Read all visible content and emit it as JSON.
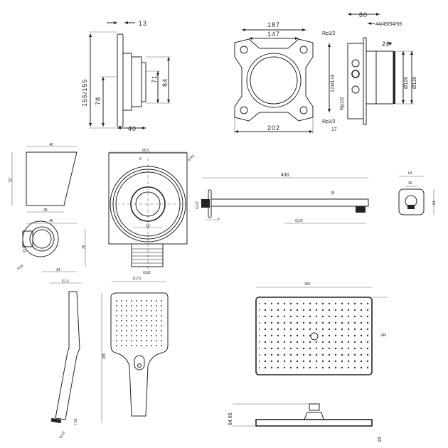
{
  "thermostat_body": {
    "depth": "13",
    "height": "155/155",
    "offset": "78",
    "h1": "71",
    "h2": "84",
    "width": "40"
  },
  "mounting_box_front": {
    "outer_top": "187",
    "inner_top": "147",
    "bottom": "202"
  },
  "mounting_box_side": {
    "depth": "80",
    "range": "44/49/54/59",
    "conn_top": "Rp1/2",
    "conn_mid": "Rp1/2",
    "conn_bottom": "Rp1/2",
    "height": "174/174",
    "step": "28",
    "dia_inner": "Ø126",
    "dia_outer": "Ø139",
    "offset": "17"
  },
  "holder_side": {
    "top": "40",
    "height": "52",
    "bottom": "38"
  },
  "holder_top": {
    "width": "40",
    "depth": "36",
    "offset": "34",
    "hole": "17.5",
    "radius": "R18"
  },
  "wall_outlet": {
    "width": "65.5",
    "chamfer": "4-R1",
    "bore": "19",
    "thread": "G1/2",
    "top_offset": "5"
  },
  "shower_arm": {
    "length": "430",
    "thread_wall": "G1/2",
    "diameter": "18",
    "thread_head": "G1/2",
    "flange": "5"
  },
  "square_flange": {
    "width": "64",
    "inner": "30",
    "height": "64"
  },
  "hand_shower": {
    "depth": "61.3",
    "width": "112.6",
    "length": "285",
    "angle": "7.81",
    "thread": "G1/2"
  },
  "overhead_shower": {
    "width": "360",
    "depth": "240",
    "height": "54.65",
    "thickness": "16"
  }
}
